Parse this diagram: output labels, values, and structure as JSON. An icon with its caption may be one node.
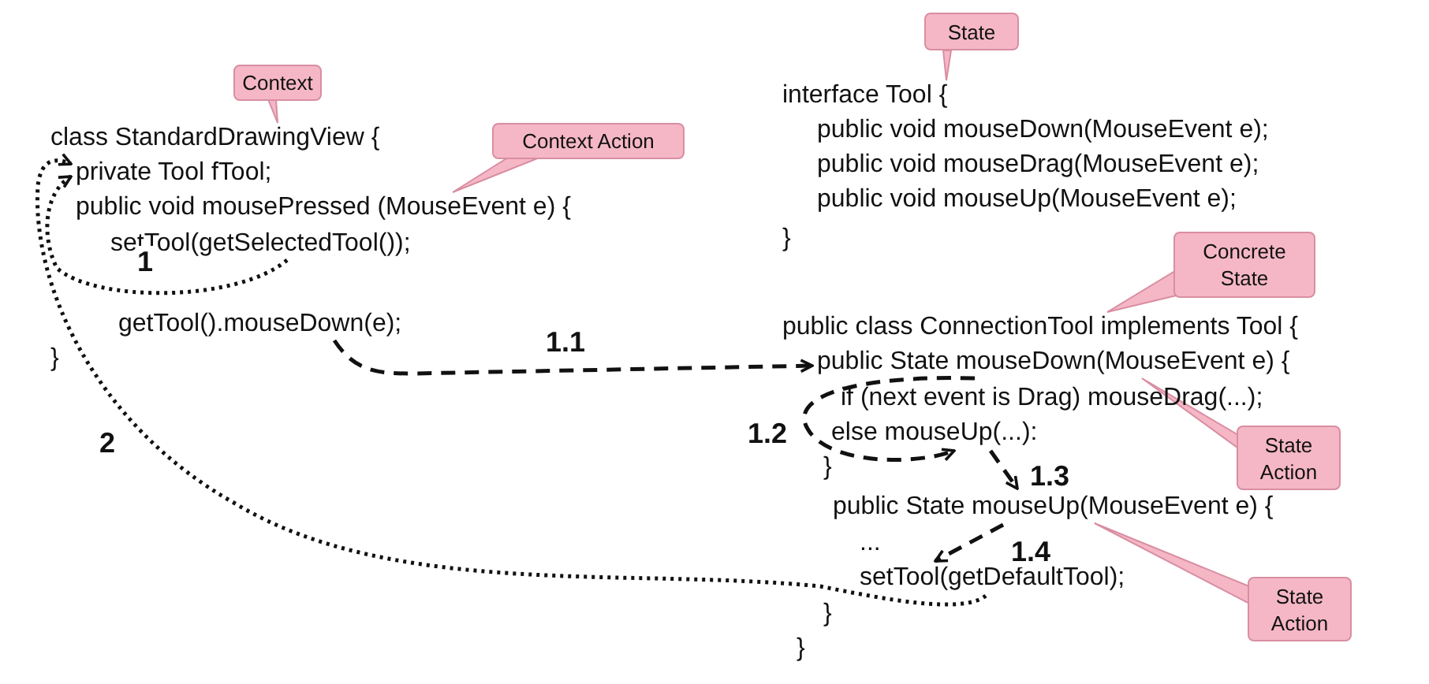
{
  "diagram": {
    "nodes": [
      {
        "text": [
          "Context"
        ]
      },
      {
        "text": [
          "class StandardDrawingView {"
        ]
      },
      {
        "text": [
          "Context  Action"
        ]
      },
      {
        "text": [
          "private Tool fTool;"
        ]
      },
      {
        "text": [
          "public void mousePressed (MouseEvent e) {"
        ]
      },
      {
        "text": [
          "setTool(getSelectedTool());"
        ]
      },
      {
        "text": [
          "getTool().mouseDown(e);"
        ]
      },
      {
        "text": [
          "State"
        ]
      },
      {
        "text": [
          "interface Tool {"
        ]
      },
      {
        "text": [
          "Concrete State"
        ]
      },
      {
        "text": [
          "public class ConnectionTool implements Tool {"
        ]
      },
      {
        "text": [
          "public State mouseDown(MouseEvent e) {"
        ]
      },
      {
        "text": [
          "else mouseUp(...):"
        ]
      },
      {
        "text": [
          "State Action"
        ]
      },
      {
        "text": [
          "public State mouseUp(MouseEvent e) {"
        ]
      },
      {
        "text": [
          "setTool(getDefaultTool);"
        ]
      },
      {
        "text": [
          "State Action"
        ]
      }
    ],
    "edges": [
      {
        "from": 0,
        "to": 1,
        "arrow": "none"
      },
      {
        "from": 2,
        "to": 4,
        "arrow": "none"
      },
      {
        "from": 7,
        "to": 8,
        "arrow": "none"
      },
      {
        "from": 9,
        "to": 10,
        "arrow": "none"
      },
      {
        "from": 13,
        "to": 11,
        "arrow": "none"
      },
      {
        "from": 16,
        "to": 14,
        "arrow": "none"
      },
      {
        "from": 5,
        "to": 3,
        "arrow": "to",
        "label": "1"
      },
      {
        "from": 6,
        "to": 11,
        "arrow": "to",
        "label": "1.1",
        "style": "dashed"
      },
      {
        "from": 11,
        "to": 12,
        "arrow": "to",
        "label": "1.2",
        "style": "dashed"
      },
      {
        "from": 12,
        "to": 14,
        "arrow": "to",
        "label": "1.3",
        "style": "dashed"
      },
      {
        "from": 14,
        "to": 15,
        "arrow": "to",
        "label": "1.4",
        "style": "dashed"
      },
      {
        "from": 15,
        "to": 3,
        "arrow": "to",
        "label": "2"
      }
    ],
    "labels": [
      "}",
      "public void mouseDown(MouseEvent e);",
      "public void mouseDrag(MouseEvent e);",
      "public void mouseUp(MouseEvent e);",
      "}",
      "if (next event is Drag) mouseDrag(...);",
      "}",
      "...",
      "}",
      "}"
    ]
  }
}
